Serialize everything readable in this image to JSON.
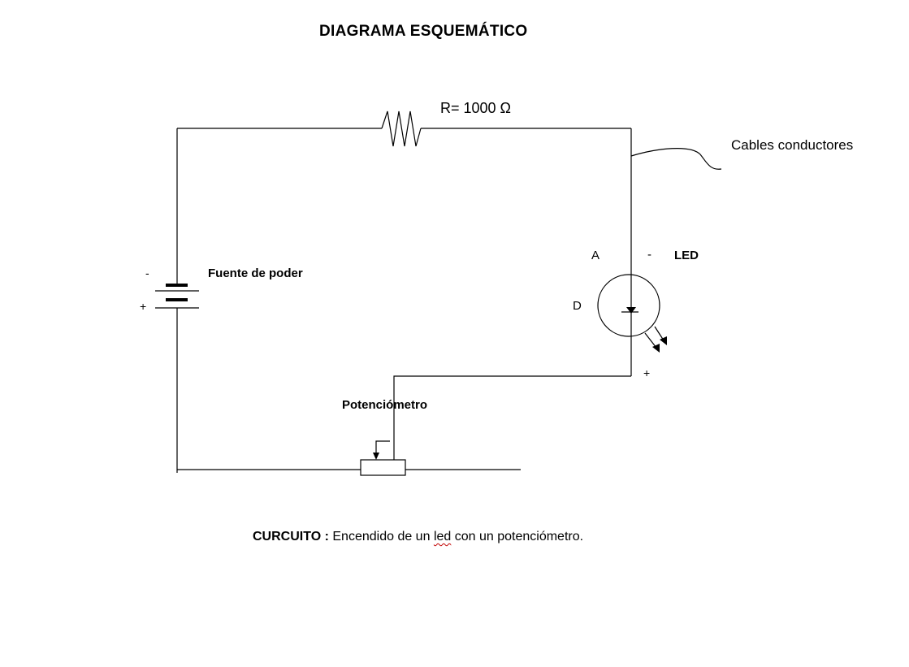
{
  "title": "DIAGRAMA ESQUEMÁTICO",
  "resistor_label": "R= 1000 Ω",
  "cables_label": "Cables conductores",
  "power_source": {
    "label": "Fuente de poder",
    "minus": "-",
    "plus": "+"
  },
  "led": {
    "label": "LED",
    "anode": "A",
    "minus": "-",
    "diode": "D",
    "plus": "+"
  },
  "potentiometer_label": "Potenciómetro",
  "caption": {
    "prefix": "CURCUITO :",
    "text_before": "Encendido de un",
    "misspelled_word": "led",
    "text_after": "con un potenciómetro."
  },
  "colors": {
    "line": "#000000",
    "spellcheck_underline": "#c00000"
  }
}
